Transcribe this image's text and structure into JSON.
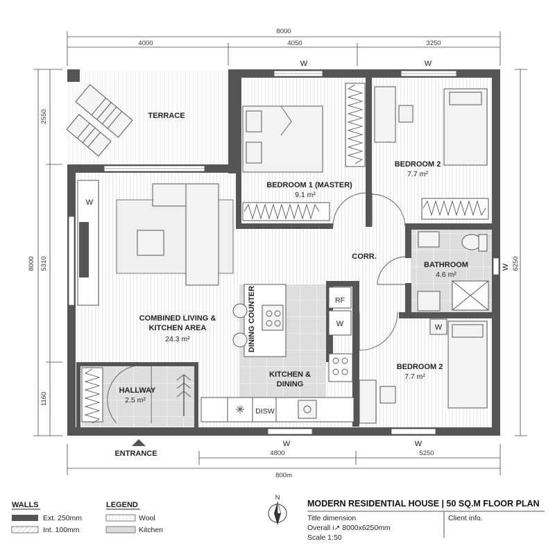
{
  "plan_title": "MODERN RESIDENTIAL HOUSE | 50 SQ.M FLOOR PLAN",
  "title_block": {
    "title_dimension": "Title dimension",
    "overall": "Overall i↗  8000x6250mm",
    "scale": "Scale 1:50",
    "client": "Client info.",
    "north": "N"
  },
  "dimensions": {
    "top_total": "8000",
    "top_a": "4000",
    "top_b": "4050",
    "top_c": "3250",
    "left_total": "8000",
    "left_a": "2550",
    "left_b": "5310",
    "left_c": "1160",
    "right": "6250",
    "bottom_a": "4800",
    "bottom_b": "5250",
    "bottom_total": "800m"
  },
  "rooms": {
    "terrace": "TERRACE",
    "bed1_name": "BEDROOM 1 (MASTER)",
    "bed1_area": "9.1 m²",
    "bed2_top_name": "BEDROOM 2",
    "bed2_top_area": "7.7 m²",
    "bed2_bot_name": "BEDROOM 2",
    "bed2_bot_area": "7.7 m²",
    "living_name_1": "COMBINED LIVING &",
    "living_name_2": "KITCHEN AREA",
    "living_area": "24.3 m²",
    "kitchen_1": "KITCHEN &",
    "kitchen_2": "DINING",
    "hallway_name": "HALLWAY",
    "hallway_area": "2.5 m²",
    "bathroom_name": "BATHROOM",
    "bathroom_area": "4.6 m²",
    "corridor": "CORR.",
    "dining_counter": "DINING COUNTER",
    "entrance": "ENTRANCE"
  },
  "fixtures": {
    "window": "W",
    "fridge": "RF",
    "dishwasher": "DISW"
  },
  "walls_legend": {
    "heading": "WALLS",
    "ext": "Ext. 250mm",
    "int": "Int. 100mm"
  },
  "legend": {
    "heading": "LEGEND",
    "wool": "Wool",
    "kitchen": "Kitchen"
  },
  "colors": {
    "wall": "#555555",
    "kitchen_floor": "#dcdcdc",
    "wet_floor": "#dedede"
  }
}
